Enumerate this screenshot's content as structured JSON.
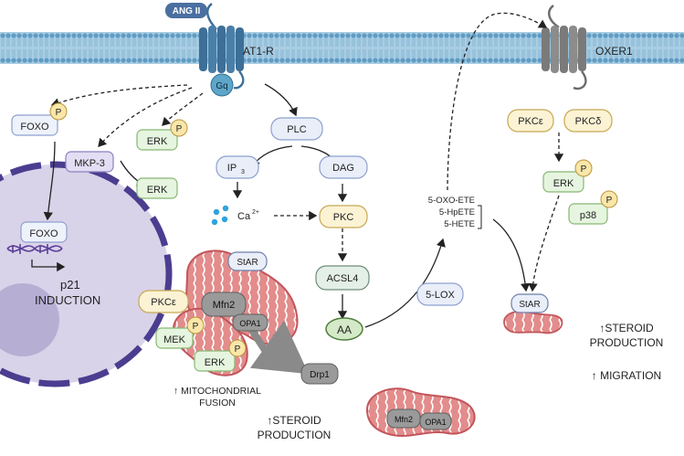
{
  "receptors": {
    "ligand": "ANG II",
    "at1r": "AT1-R",
    "gq": "Gq",
    "oxer1": "OXER1"
  },
  "nodes": {
    "foxo": "FOXO",
    "foxo_nuclear": "FOXO",
    "mkp3": "MKP-3",
    "erk_p_left": "ERK",
    "erk_left": "ERK",
    "plc": "PLC",
    "ip3": "IP",
    "ip3_sub": "3",
    "dag": "DAG",
    "ca": "Ca",
    "ca_sup": "2+",
    "pkc": "PKC",
    "acsl4": "ACSL4",
    "aa": "AA",
    "lox5": "5-LOX",
    "pkce_right": "PKCε",
    "pkcd_right": "PKCδ",
    "erk_right": "ERK",
    "p38": "p38",
    "star_right": "StAR",
    "star_mito": "StAR",
    "pkce_mito": "PKCε",
    "mfn2": "Mfn2",
    "opa1": "OPA1",
    "mek": "MEK",
    "erk_mito": "ERK",
    "drp1": "Drp1",
    "mfn2_bottom": "Mfn2",
    "opa1_bottom": "OPA1",
    "phospho": "P"
  },
  "metabolites": [
    "5-OXO-ETE",
    "5-HpETE",
    "5-HETE"
  ],
  "labels": {
    "p21_line1": "p21",
    "p21_line2": "INDUCTION",
    "mito_fusion_line1": "↑ MITOCHONDRIAL",
    "mito_fusion_line2": "FUSION",
    "steroid_mid_line1": "↑STEROID",
    "steroid_mid_line2": "PRODUCTION",
    "steroid_right_line1": "↑STEROID",
    "steroid_right_line2": "PRODUCTION",
    "migration": "↑ MIGRATION"
  },
  "colors": {
    "membrane": "#a9cde3",
    "membrane_head": "#5f9cc3",
    "at1r": "#3d6f98",
    "oxer1": "#7a7a7a",
    "gq": "#5ea6c9",
    "plc_fill": "#e9eef9",
    "plc_stroke": "#8ea0cf",
    "erk_fill": "#e6f5df",
    "erk_stroke": "#86b874",
    "mkp3_fill": "#e3def3",
    "mkp3_stroke": "#8b80bf",
    "pkce_fill": "#fbf3d4",
    "pkce_stroke": "#c8a853",
    "phospho_fill": "#f9e6a9",
    "phospho_stroke": "#b79538",
    "acsl4_fill": "#e4efe8",
    "acsl4_stroke": "#6f8b7a",
    "aa_fill": "#d4e9c7",
    "aa_stroke": "#4f7d3b",
    "gray_fill": "#9a9a9a",
    "mito_fill": "#e38c8c",
    "mito_stroke": "#c2555b",
    "nucleus_fill": "#d9d3e9",
    "nucleus_stroke": "#4b3d8f",
    "calcium": "#2fa3dd"
  }
}
